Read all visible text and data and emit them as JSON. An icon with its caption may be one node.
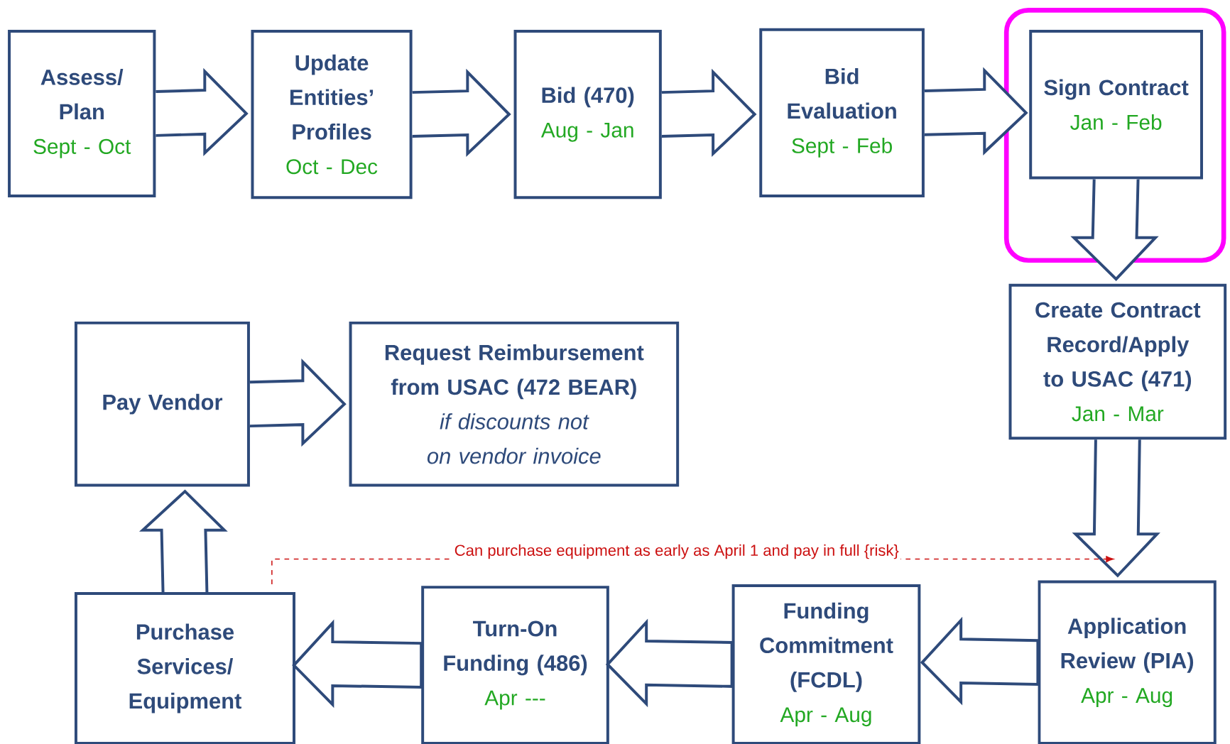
{
  "diagram": {
    "nodes": [
      {
        "text": [
          "Assess/ Plan",
          "Sept - Oct"
        ]
      },
      {
        "text": [
          "Update Entities’ Profiles",
          "Oct - Dec"
        ]
      },
      {
        "text": [
          "Bid (470)",
          "Aug - Jan"
        ]
      },
      {
        "text": [
          "Bid Evaluation",
          "Sept - Feb"
        ]
      },
      {
        "text": [
          "Sign Contract",
          "Jan - Feb"
        ]
      },
      {
        "text": [
          "Create Contract Record/Apply to USAC (471)",
          "Jan - Mar"
        ]
      },
      {
        "text": [
          "Application Review (PIA)",
          "Apr - Aug"
        ]
      },
      {
        "text": [
          "Funding Commitment (FCDL)",
          "Apr - Aug"
        ]
      },
      {
        "text": [
          "Turn-On Funding (486)",
          "Apr ---"
        ]
      },
      {
        "text": [
          "Purchase Services/ Equipment"
        ]
      },
      {
        "text": [
          "Pay Vendor"
        ]
      },
      {
        "text": [
          "Request Reimbursement from USAC (472 BEAR)",
          "if discounts not on vendor invoice"
        ]
      }
    ],
    "edges": [
      {
        "from": 0,
        "to": 1,
        "arrow": "to"
      },
      {
        "from": 1,
        "to": 2,
        "arrow": "to"
      },
      {
        "from": 2,
        "to": 3,
        "arrow": "to"
      },
      {
        "from": 3,
        "to": 4,
        "arrow": "to"
      },
      {
        "from": 4,
        "to": 5,
        "arrow": "to"
      },
      {
        "from": 5,
        "to": 6,
        "arrow": "to"
      },
      {
        "from": 6,
        "to": 7,
        "arrow": "to"
      },
      {
        "from": 7,
        "to": 8,
        "arrow": "to"
      },
      {
        "from": 8,
        "to": 9,
        "arrow": "to"
      },
      {
        "from": 9,
        "to": 10,
        "arrow": "to"
      },
      {
        "from": 10,
        "to": 11,
        "arrow": "to"
      },
      {
        "from": 9,
        "to": 6,
        "arrow": "to",
        "style": "dashed",
        "color": "#cc1111",
        "label": "Can purchase equipment as early as April 1 and pay in full {risk}"
      }
    ]
  }
}
